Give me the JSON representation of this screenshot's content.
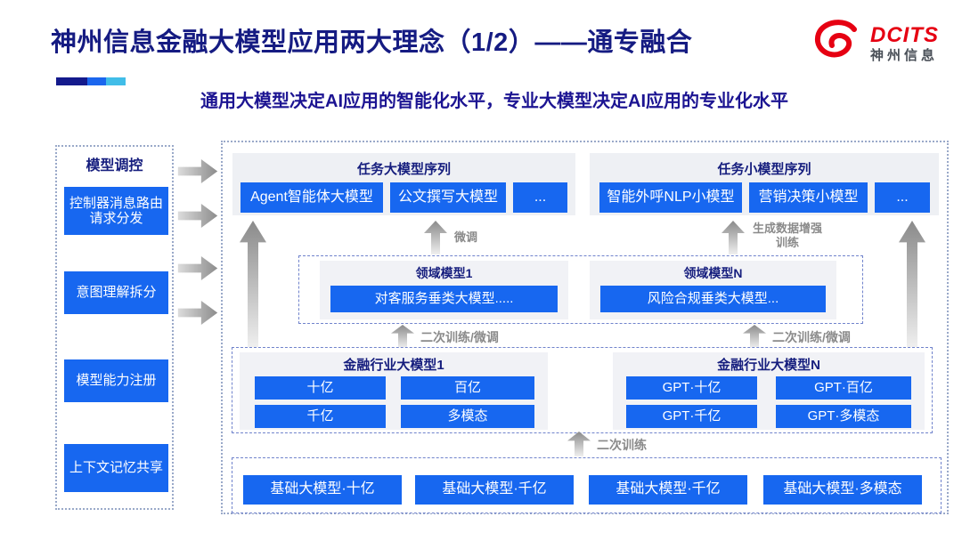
{
  "header": {
    "title": "神州信息金融大模型应用两大理念（1/2）——通专融合",
    "subtitle": "通用大模型决定AI应用的智能化水平，专业大模型决定AI应用的专业化水平",
    "logo": {
      "brand": "DCITS",
      "brand_cn": "神州信息"
    }
  },
  "sidebar": {
    "title": "模型调控",
    "items": [
      {
        "label": "控制器消息路由请求分发"
      },
      {
        "label": "意图理解拆分"
      },
      {
        "label": "模型能力注册"
      },
      {
        "label": "上下文记忆共享"
      }
    ]
  },
  "diagram": {
    "task_large": {
      "title": "任务大模型序列",
      "items": [
        "Agent智能体大模型",
        "公文撰写大模型",
        "..."
      ]
    },
    "task_small": {
      "title": "任务小模型序列",
      "items": [
        "智能外呼NLP小模型",
        "营销决策小模型",
        "..."
      ]
    },
    "labels": {
      "finetune": "微调",
      "gen_data_train": "生成数据增强训练",
      "secondary_finetune_left": "二次训练/微调",
      "secondary_finetune_right": "二次训练/微调",
      "secondary_train": "二次训练"
    },
    "domain": {
      "model1": {
        "title": "领域模型1",
        "item": "对客服务垂类大模型....."
      },
      "modelN": {
        "title": "领域模型N",
        "item": "风险合规垂类大模型..."
      }
    },
    "industry": {
      "model1": {
        "title": "金融行业大模型1",
        "items": [
          "十亿",
          "百亿",
          "千亿",
          "多模态"
        ]
      },
      "modelN": {
        "title": "金融行业大模型N",
        "items": [
          "GPT·十亿",
          "GPT·百亿",
          "GPT·千亿",
          "GPT·多模态"
        ]
      }
    },
    "base_models": [
      "基础大模型·十亿",
      "基础大模型·千亿",
      "基础大模型·千亿",
      "基础大模型·多模态"
    ]
  },
  "colors": {
    "accent_blue": "#1767f0",
    "navy_text": "#161e7e",
    "brand_red": "#e60012",
    "panel_gray": "#eef0f4",
    "arrow_gray": "#8a8a8a"
  }
}
